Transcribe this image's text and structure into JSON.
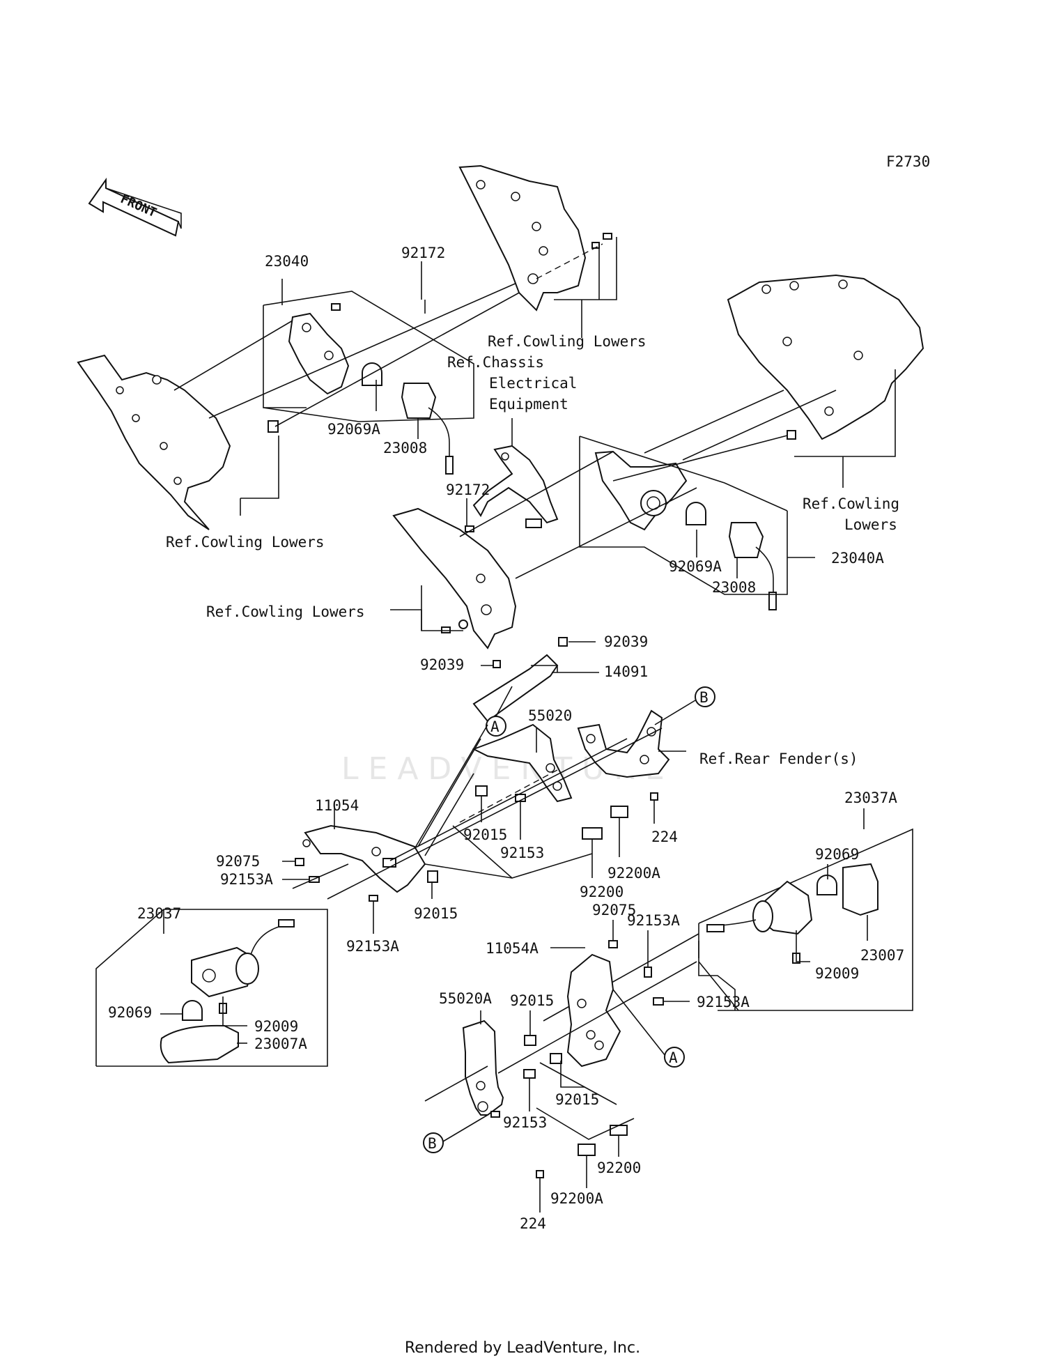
{
  "diagram_code": "F2730",
  "front_arrow_label": "FRONT",
  "watermark": "LEADVENTURE",
  "footer_text": "Rendered by LeadVenture, Inc.",
  "callouts": {
    "A": "A",
    "B": "B"
  },
  "labels": {
    "p23040": "23040",
    "p92172_top": "92172",
    "p92069A_left": "92069A",
    "p23008_left": "23008",
    "ref_cowling_lowers_left": "Ref.Cowling Lowers",
    "ref_cowling_lowers_top": "Ref.Cowling Lowers",
    "ref_chassis_1": "Ref.Chassis",
    "ref_chassis_2": "Electrical",
    "ref_chassis_3": "Equipment",
    "p92172_mid": "92172",
    "ref_cowling_lowers_right_1": "Ref.Cowling",
    "ref_cowling_lowers_right_2": "Lowers",
    "p92069A_right": "92069A",
    "p23040A": "23040A",
    "p23008_right": "23008",
    "ref_cowling_lowers_mid": "Ref.Cowling Lowers",
    "p92039_right": "92039",
    "p92039_left": "92039",
    "p14091": "14091",
    "p55020": "55020",
    "ref_rear_fender": "Ref.Rear Fender(s)",
    "p11054": "11054",
    "p92075_left": "92075",
    "p92153A_left": "92153A",
    "p92015_top": "92015",
    "p92153_top": "92153",
    "p92015_mid": "92015",
    "p92153A_mid": "92153A",
    "p92200_top": "92200",
    "p92200A_top": "92200A",
    "p224_top": "224",
    "p23037A": "23037A",
    "p92069_right": "92069",
    "p23007": "23007",
    "p92009_right": "92009",
    "p23037": "23037",
    "p92069_left": "92069",
    "p92009_left": "92009",
    "p23007A": "23007A",
    "p92075_bottom": "92075",
    "p92153A_b1": "92153A",
    "p11054A": "11054A",
    "p55020A": "55020A",
    "p92015_b1": "92015",
    "p92153A_b2": "92153A",
    "p92015_b2": "92015",
    "p92153_b": "92153",
    "p92200_b": "92200",
    "p92200A_b": "92200A",
    "p224_b": "224"
  }
}
